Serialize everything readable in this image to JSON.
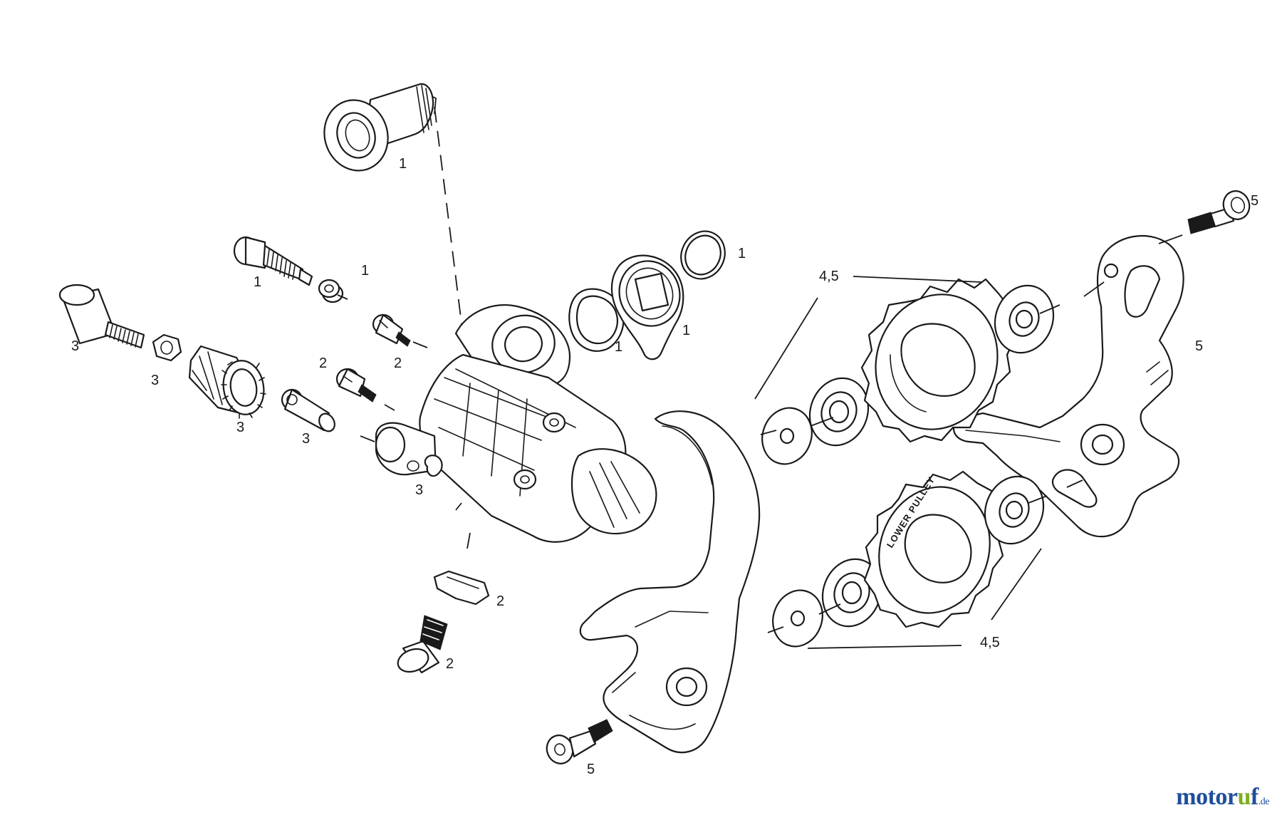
{
  "diagram": {
    "callouts": {
      "c_bolt_cap": "1",
      "c_long_bolt": "1",
      "c_washer": "1",
      "c_oring": "1",
      "c_oval_ring": "1",
      "c_cover": "1",
      "c_screw_upper": "2",
      "c_screw_left": "2",
      "c_clip": "2",
      "c_bottom_bolt": "2",
      "c_barrel": "3",
      "c_nut": "3",
      "c_adjuster": "3",
      "c_ferrule": "3",
      "c_pin": "3",
      "c_upper_group": "4,5",
      "c_lower_group": "4,5",
      "c_top_screw": "5",
      "c_plate": "5",
      "c_bottom_screw": "5"
    },
    "pulley_text": "LOWER PULLEY"
  },
  "watermark": {
    "main": "motor",
    "accent": "u",
    "end": "f",
    "tld": ".de"
  }
}
